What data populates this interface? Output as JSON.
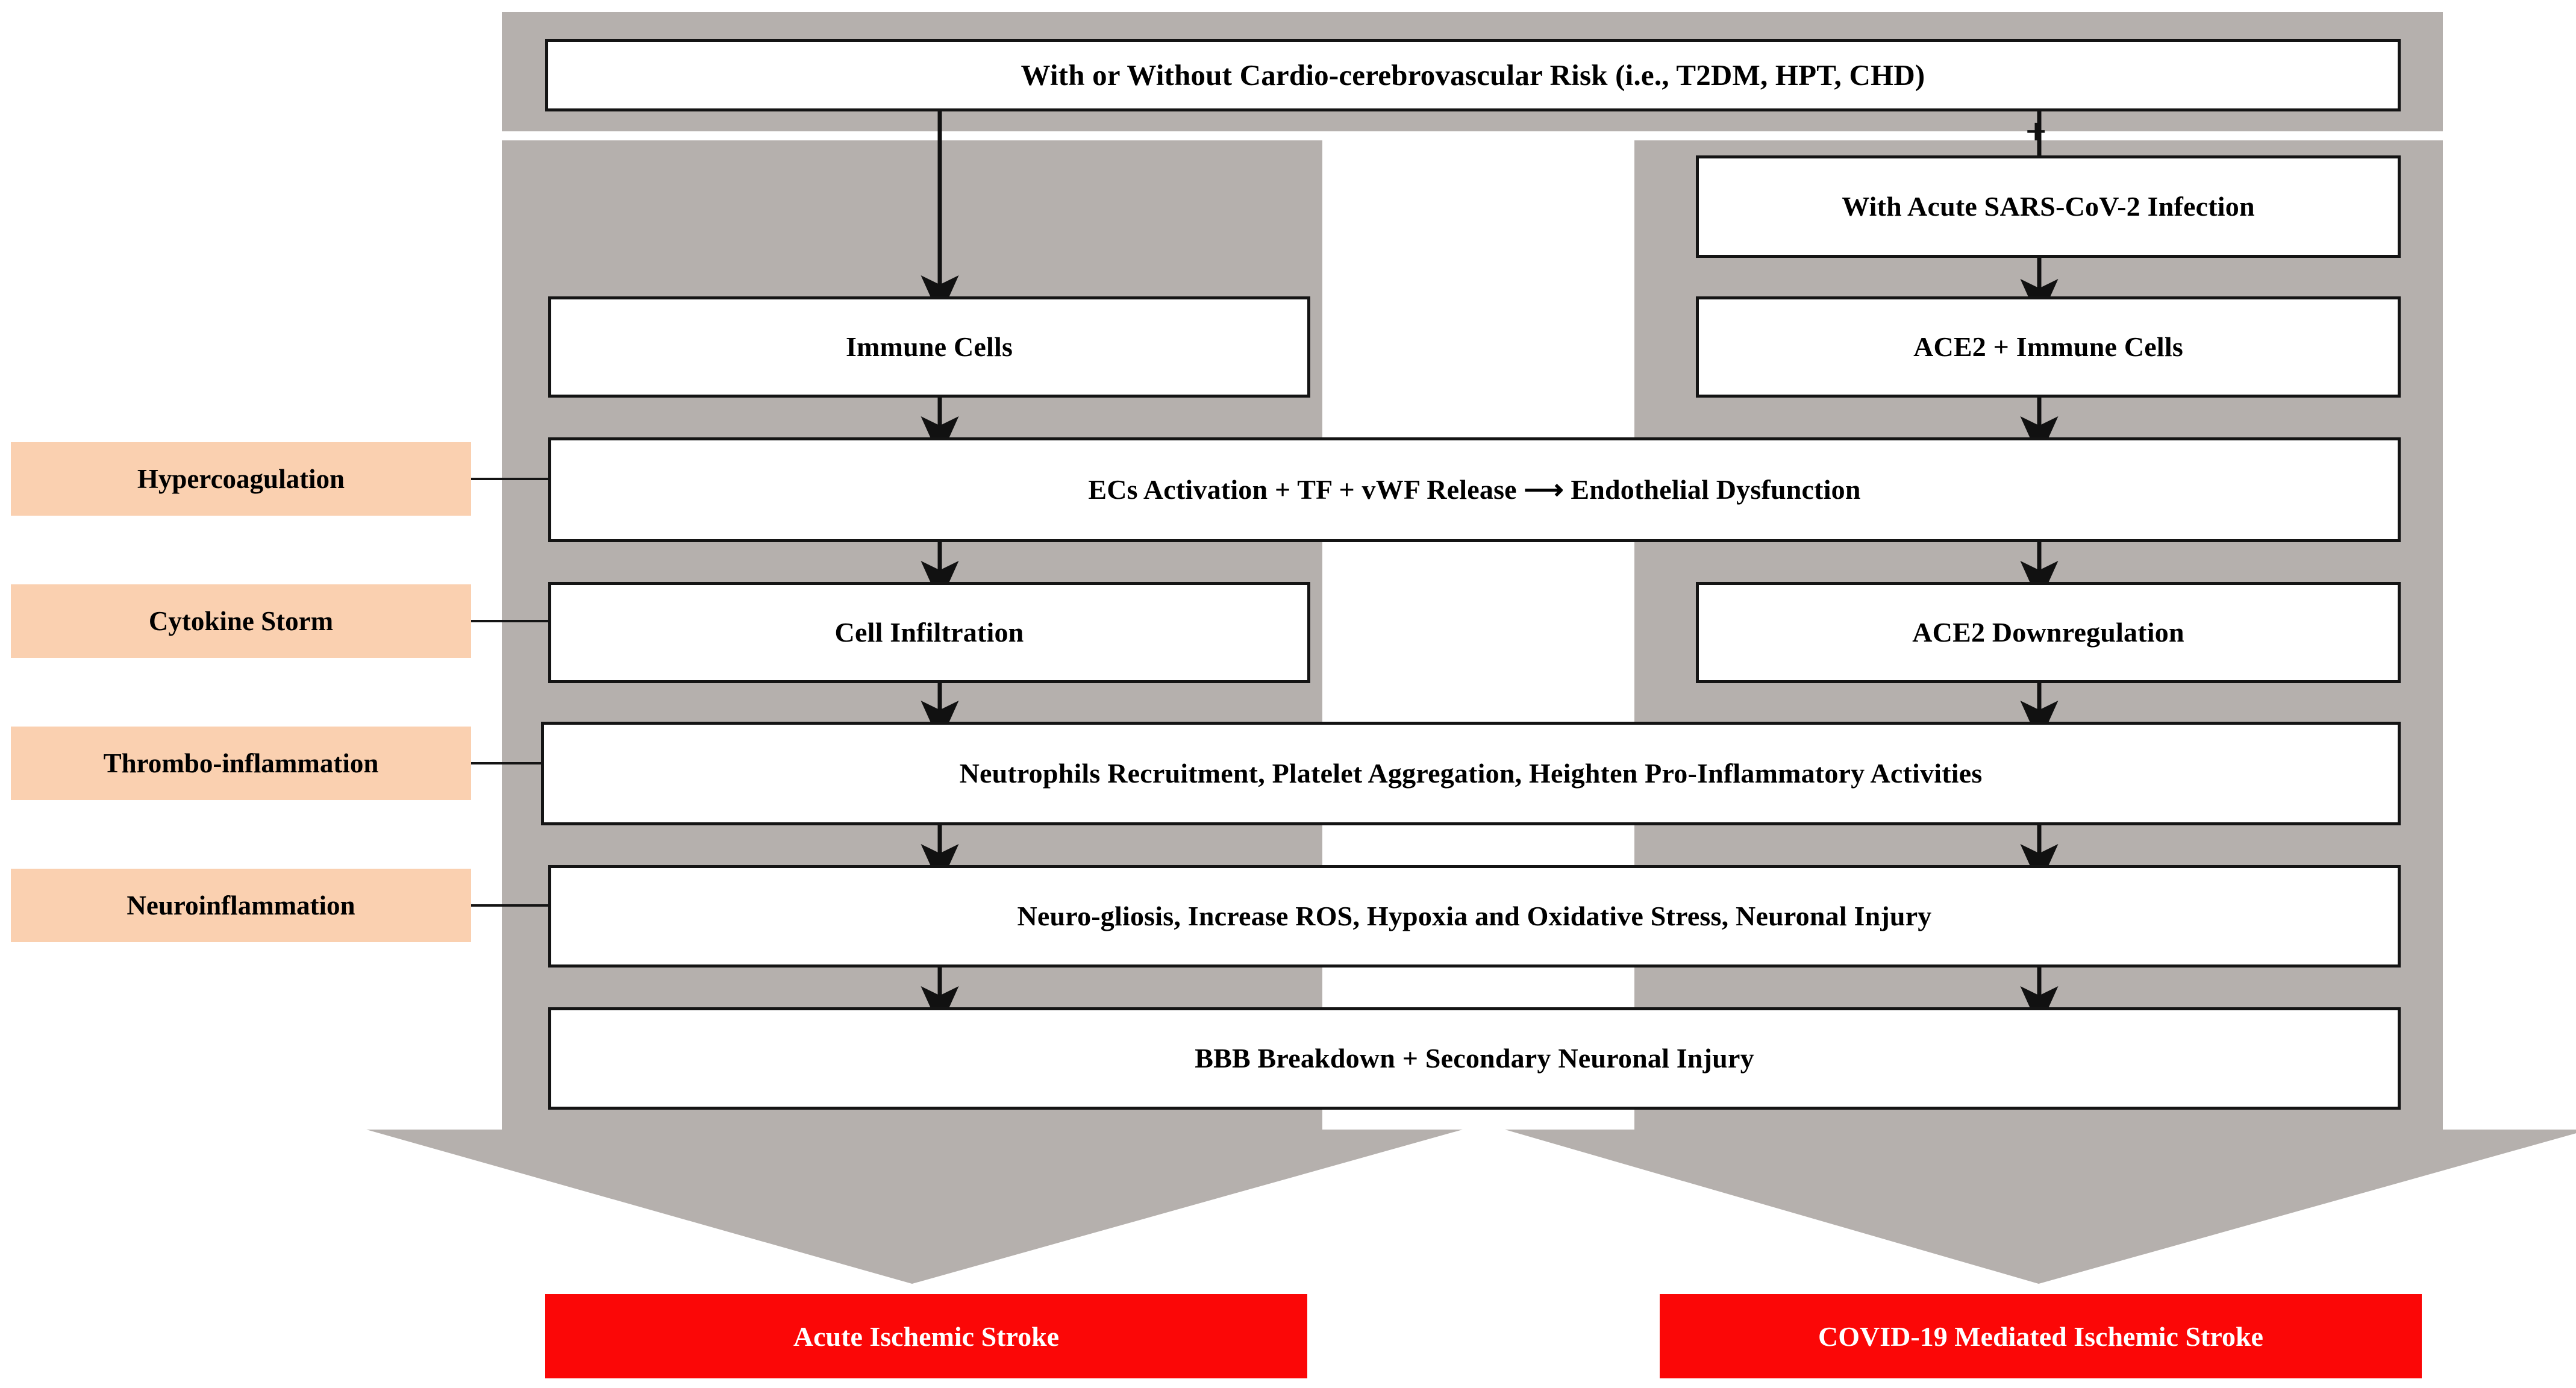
{
  "diagram": {
    "title_box": {
      "label": "With or Without Cardio-cerebrovascular Risk (i.e., T2DM, HPT, CHD)"
    },
    "plus_symbol": "+",
    "colors": {
      "panel_gray": "#b5b0ad",
      "tag_peach": "#fad0b0",
      "outcome_red": "#fb0707",
      "box_white": "#ffffff",
      "stroke_black": "#141414"
    },
    "left_column": [
      {
        "label": "Immune Cells"
      },
      {
        "label": "Cell Infiltration"
      }
    ],
    "right_column": [
      {
        "label": "With Acute SARS-CoV-2 Infection"
      },
      {
        "label": "ACE2 + Immune Cells"
      },
      {
        "label": "ACE2 Downregulation"
      }
    ],
    "shared_rows": [
      {
        "label": "ECs Activation + TF + vWF Release ⟶ Endothelial Dysfunction"
      },
      {
        "label": "Neutrophils Recruitment, Platelet Aggregation, Heighten Pro-Inflammatory Activities"
      },
      {
        "label": "Neuro-gliosis, Increase ROS, Hypoxia and Oxidative Stress, Neuronal Injury"
      },
      {
        "label": "BBB Breakdown + Secondary Neuronal Injury"
      }
    ],
    "side_tags": [
      {
        "label": "Hypercoagulation"
      },
      {
        "label": "Cytokine Storm"
      },
      {
        "label": "Thrombo-inflammation"
      },
      {
        "label": "Neuroinflammation"
      }
    ],
    "outcomes": [
      {
        "label": "Acute Ischemic Stroke"
      },
      {
        "label": "COVID-19 Mediated Ischemic Stroke"
      }
    ]
  }
}
